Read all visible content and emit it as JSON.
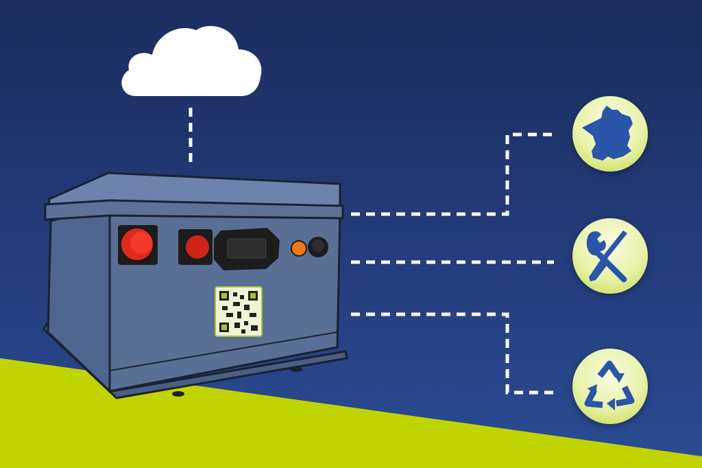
{
  "illustration": {
    "subject": "battery-pack",
    "colors": {
      "background_top": "#1c2d5e",
      "background_bottom": "#2a4c92",
      "ground": "#c0d400",
      "battery_body": "#5a6f96",
      "connector_line": "#ffffff",
      "badge_fill": "#e8f2a8",
      "icon_blue": "#2a55a8",
      "terminal_red": "#e0281c",
      "indicator_orange": "#f07818"
    },
    "links": [
      {
        "target": "cloud",
        "icon": "cloud-icon"
      },
      {
        "target": "badge-france",
        "icon": "france-map-icon"
      },
      {
        "target": "badge-tools",
        "icon": "wrench-screwdriver-icon"
      },
      {
        "target": "badge-recycle",
        "icon": "recycle-icon"
      }
    ]
  }
}
